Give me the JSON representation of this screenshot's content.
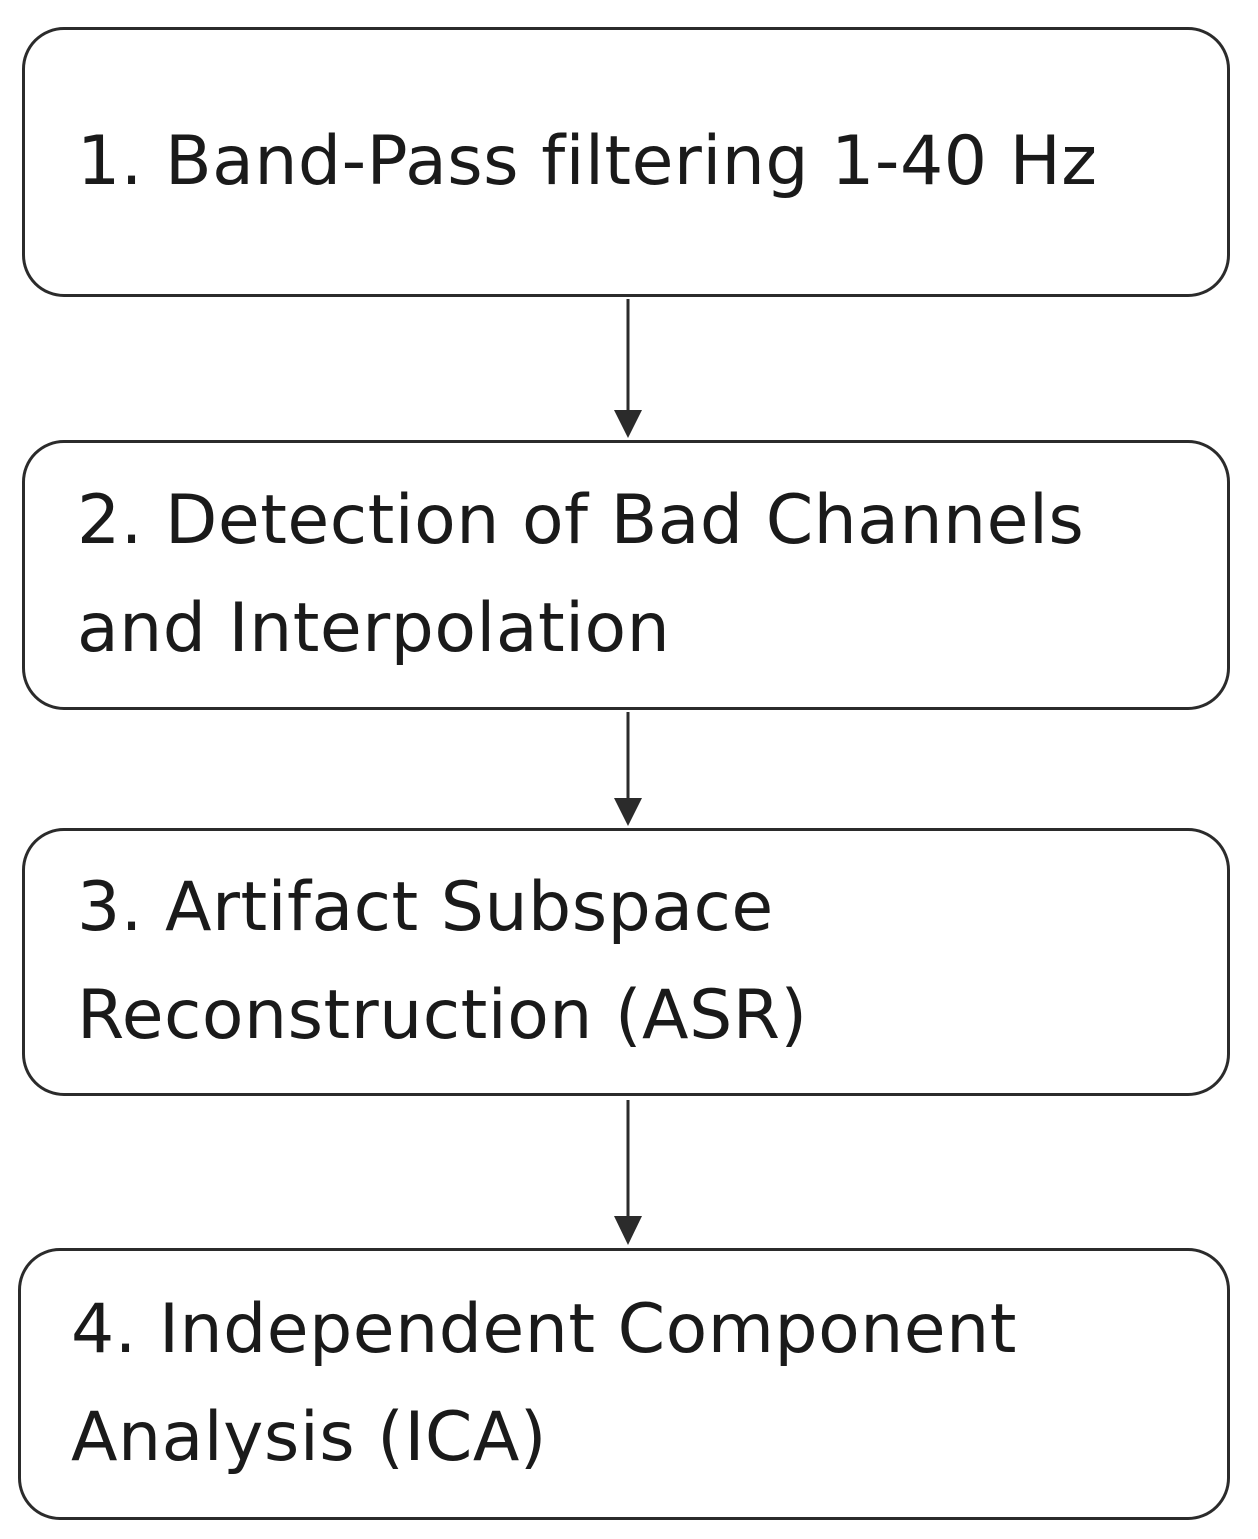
{
  "steps": [
    {
      "label": "1. Band-Pass filtering 1-40 Hz"
    },
    {
      "label": "2. Detection of Bad Channels\nand Interpolation"
    },
    {
      "label": "3. Artifact Subspace\nReconstruction (ASR)"
    },
    {
      "label": "4. Independent Component\nAnalysis (ICA)"
    }
  ],
  "colors": {
    "border": "#2b2b2b",
    "text": "#1a1a1a",
    "background": "#ffffff"
  }
}
